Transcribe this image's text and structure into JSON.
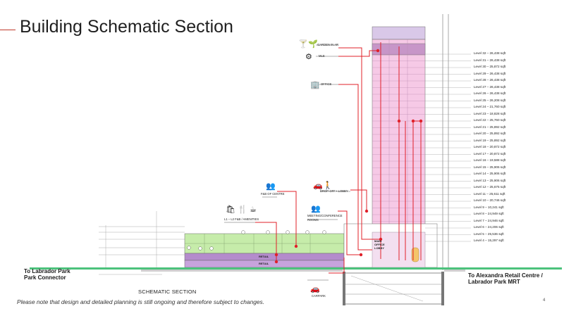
{
  "title": "Building Schematic Section",
  "footnote": "Please note that design and detailed planning is still ongoing and therefore subject to changes.",
  "page_number": "4",
  "section_label": "SCHEMATIC SECTION",
  "connectors": {
    "left": [
      "To Labrador Park",
      "Park Connector"
    ],
    "right": [
      "To Alexandra Retail Centre /",
      "Labrador Park MRT"
    ]
  },
  "callouts": {
    "garden": "GARDEN IN AR",
    "mle": "MLE",
    "office": "OFFICE",
    "dropoff": "DROP-OFF • LOBBY",
    "fbcentre": "F&B OF CENTRE",
    "amenities": "L1 – L2 F&B / AMENITIES",
    "meeting": [
      "MEETING/CONFERENCE",
      "ROOMS"
    ],
    "carpark": "CARPARK"
  },
  "podium_labels": [
    "RETAIL",
    "RETAIL"
  ],
  "lobby_label": [
    "MAIN",
    "OFFICE",
    "LOBBY"
  ],
  "levels": [
    {
      "name": "Level 32",
      "area": "26,438 sqft"
    },
    {
      "name": "Level 31",
      "area": "26,438 sqft"
    },
    {
      "name": "Level 30",
      "area": "25,872 sqft"
    },
    {
      "name": "Level 29",
      "area": "26,438 sqft"
    },
    {
      "name": "Level 28",
      "area": "26,438 sqft"
    },
    {
      "name": "Level 27",
      "area": "26,438 sqft"
    },
    {
      "name": "Level 26",
      "area": "26,438 sqft"
    },
    {
      "name": "Level 25",
      "area": "26,208 sqft"
    },
    {
      "name": "Level 24",
      "area": "21,760 sqft"
    },
    {
      "name": "Level 23",
      "area": "18,828 sqft"
    },
    {
      "name": "Level 22",
      "area": "25,760 sqft"
    },
    {
      "name": "Level 21",
      "area": "25,892 sqft"
    },
    {
      "name": "Level 20",
      "area": "25,892 sqft"
    },
    {
      "name": "Level 19",
      "area": "25,892 sqft"
    },
    {
      "name": "Level 18",
      "area": "20,872 sqft"
    },
    {
      "name": "Level 17",
      "area": "20,872 sqft"
    },
    {
      "name": "Level 16",
      "area": "19,588 sqft"
    },
    {
      "name": "Level 15",
      "area": "25,906 sqft"
    },
    {
      "name": "Level 14",
      "area": "25,906 sqft"
    },
    {
      "name": "Level 13",
      "area": "25,906 sqft"
    },
    {
      "name": "Level 12",
      "area": "25,675 sqft"
    },
    {
      "name": "Level 11",
      "area": "25,611 sqft"
    },
    {
      "name": "Level 10",
      "area": "20,746 sqft"
    },
    {
      "name": "Level 9",
      "area": "10,241 sqft"
    },
    {
      "name": "Level 8",
      "area": "24,949 sqft"
    },
    {
      "name": "Level 7",
      "area": "24,946 sqft"
    },
    {
      "name": "Level 6",
      "area": "24,206 sqft"
    },
    {
      "name": "Level 5",
      "area": "25,536 sqft"
    },
    {
      "name": "Level 4",
      "area": "15,297 sqft"
    }
  ],
  "colors": {
    "tower": "#f6c9e6",
    "tower_top": "#d9c8e8",
    "podium_green": "#c6ecaa",
    "podium_purple": "#b48ccc",
    "ground": "#4cc27c",
    "route": "#e0202a",
    "title_rule": "#c0392b"
  },
  "icons": [
    "cocktail-icon",
    "gears-icon",
    "office-icon",
    "car-icon",
    "people-icon",
    "shopping-icon",
    "coffee-icon",
    "meeting-icon"
  ]
}
